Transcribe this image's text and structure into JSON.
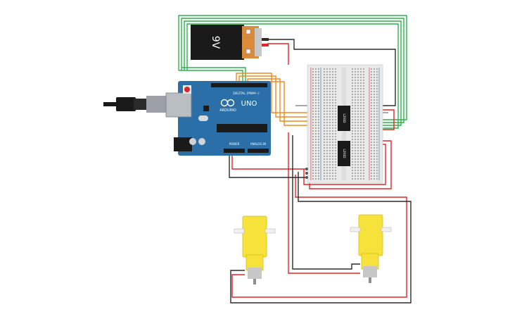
{
  "battery": {
    "voltage_label": "9V",
    "colors": {
      "body": "#1a1a1a",
      "cap": "#d98b3a"
    }
  },
  "arduino": {
    "brand_text": "UNO",
    "logo_text": "ARDUINO",
    "header_digital": "DIGITAL (PWM~)",
    "header_power": "POWER",
    "header_analog": "ANALOG IN",
    "colors": {
      "board": "#2a6fa8",
      "usb": "#9aa0a6"
    }
  },
  "ics": [
    {
      "id": "ic-1",
      "label": "L293D"
    },
    {
      "id": "ic-2",
      "label": "L293D"
    }
  ],
  "motors": [
    {
      "id": "motor-left"
    },
    {
      "id": "motor-right"
    }
  ],
  "wire_colors": {
    "green": "#2bb34a",
    "orange": "#f08c1e",
    "red": "#e0262b",
    "black": "#2b2b2b",
    "gray": "#8a8a8a"
  }
}
